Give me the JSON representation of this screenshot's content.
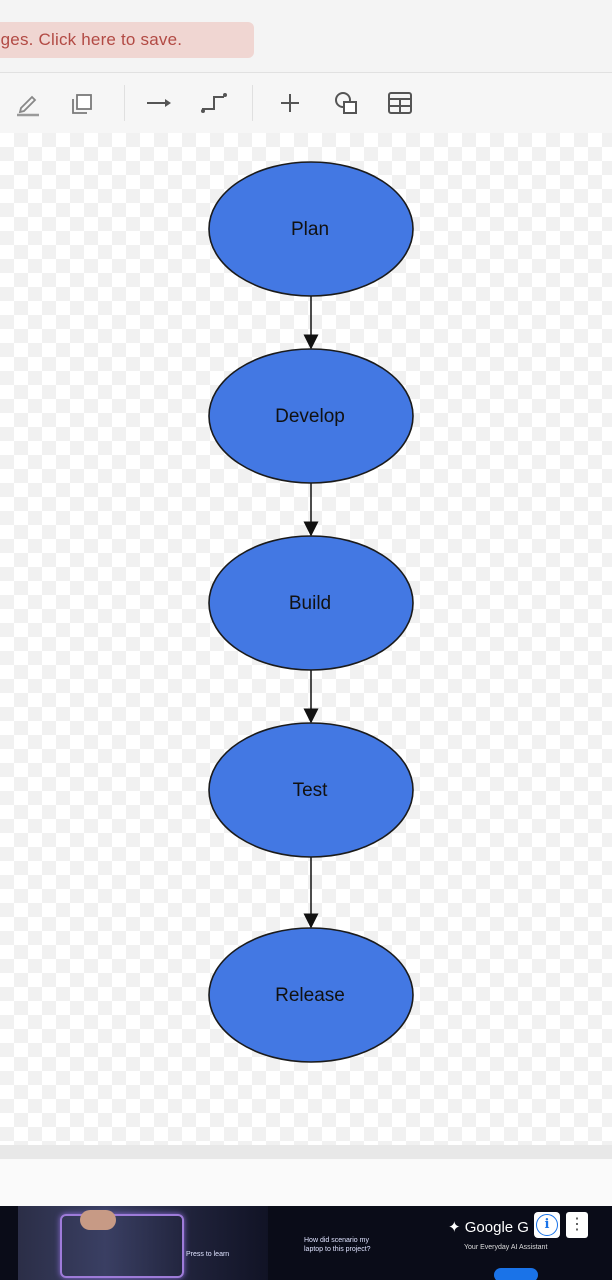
{
  "banner": {
    "text": "nges. Click here to save."
  },
  "toolbar": {
    "buttons": [
      "pencil-icon",
      "duplicate-icon",
      "arrow-right-icon",
      "connector-icon",
      "plus-icon",
      "shape-icon",
      "table-icon"
    ]
  },
  "diagram": {
    "node_fill": "#4378e3",
    "node_stroke": "#1b1b1b",
    "nodes": [
      "Plan",
      "Develop",
      "Build",
      "Test",
      "Release"
    ],
    "edges": [
      {
        "from": "Plan",
        "to": "Develop"
      },
      {
        "from": "Develop",
        "to": "Build"
      },
      {
        "from": "Build",
        "to": "Test"
      },
      {
        "from": "Test",
        "to": "Release"
      }
    ]
  },
  "ad": {
    "brand": "Google G",
    "small_text_1": "Press to learn",
    "small_text_2": "How did scenario my laptop to this project?",
    "tagline": "Your Everyday AI Assistant"
  }
}
